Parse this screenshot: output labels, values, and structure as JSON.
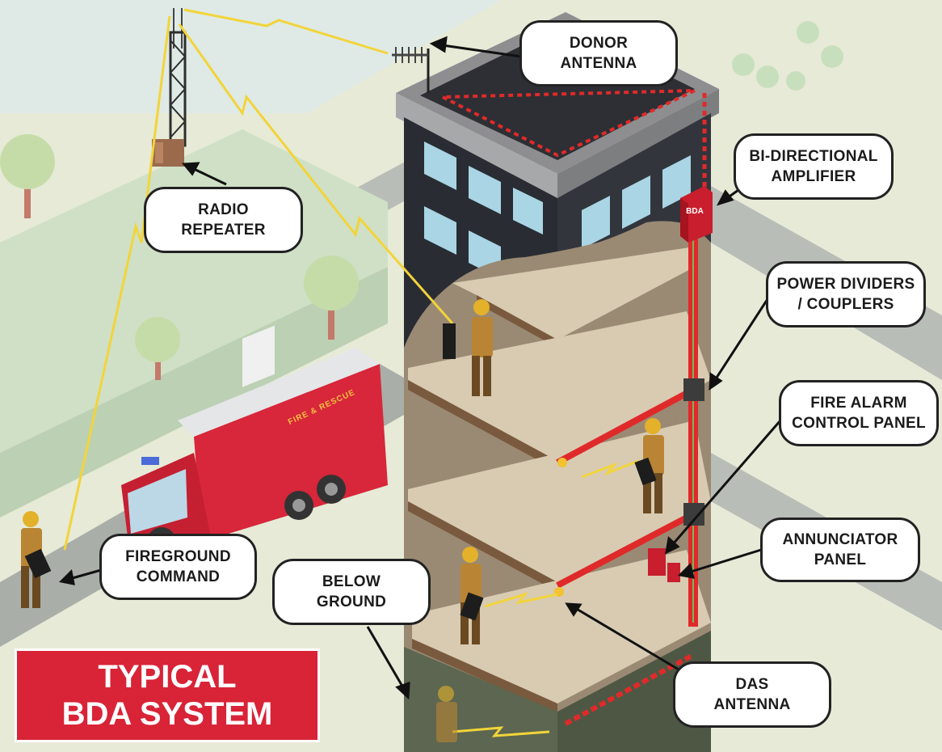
{
  "title": "TYPICAL\nBDA SYSTEM",
  "callouts": {
    "donor_antenna": "DONOR\nANTENNA",
    "radio_repeater": "RADIO\nREPEATER",
    "bi_directional_amplifier": "BI-DIRECTIONAL\nAMPLIFIER",
    "power_dividers": "POWER DIVIDERS\n/ COUPLERS",
    "fire_alarm_panel": "FIRE ALARM\nCONTROL PANEL",
    "annunciator_panel": "ANNUNCIATOR\nPANEL",
    "fireground_command": "FIREGROUND\nCOMMAND",
    "below_ground": "BELOW\nGROUND",
    "das_antenna": "DAS\nANTENNA"
  },
  "bda_unit_label": "BDA",
  "truck_label": "FIRE & RESCUE",
  "colors": {
    "title_red": "#d92337",
    "cable_red": "#e02a2a",
    "signal_yellow": "#f2d43a",
    "building_dark": "#2a2c33",
    "floor_beige": "#d8cbb2"
  }
}
